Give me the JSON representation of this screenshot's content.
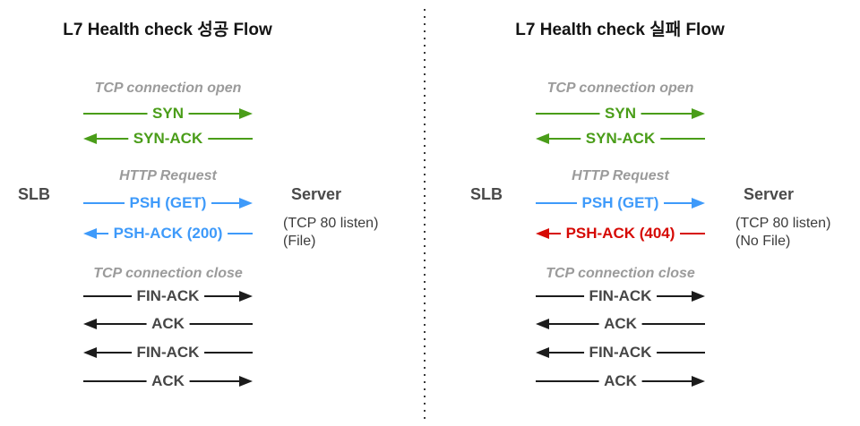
{
  "diagram": {
    "colors": {
      "green": "#4a9d19",
      "blue": "#3e9afa",
      "red": "#d60a05",
      "section_gray": "#9b9b9b",
      "line_black": "#1c1c1c",
      "black_label_gray": "#464646"
    },
    "panels": [
      {
        "title": "L7 Health check 성공 Flow",
        "left_node": "SLB",
        "right_node": "Server",
        "right_node_notes": [
          "(TCP 80 listen)",
          "(File)"
        ],
        "sections": [
          {
            "label": "TCP connection open"
          },
          {
            "label": "HTTP Request"
          },
          {
            "label": "TCP connection close"
          }
        ],
        "messages": [
          {
            "label": "SYN",
            "direction": "right",
            "color": "green"
          },
          {
            "label": "SYN-ACK",
            "direction": "left",
            "color": "green"
          },
          {
            "label": "PSH (GET)",
            "direction": "right",
            "color": "blue"
          },
          {
            "label": "PSH-ACK (200)",
            "direction": "left",
            "color": "blue"
          },
          {
            "label": "FIN-ACK",
            "direction": "right",
            "color": "black"
          },
          {
            "label": "ACK",
            "direction": "left",
            "color": "black"
          },
          {
            "label": "FIN-ACK",
            "direction": "left",
            "color": "black"
          },
          {
            "label": "ACK",
            "direction": "right",
            "color": "black"
          }
        ]
      },
      {
        "title": "L7 Health check 실패 Flow",
        "left_node": "SLB",
        "right_node": "Server",
        "right_node_notes": [
          "(TCP 80 listen)",
          "(No File)"
        ],
        "sections": [
          {
            "label": "TCP connection open"
          },
          {
            "label": "HTTP Request"
          },
          {
            "label": "TCP connection close"
          }
        ],
        "messages": [
          {
            "label": "SYN",
            "direction": "right",
            "color": "green"
          },
          {
            "label": "SYN-ACK",
            "direction": "left",
            "color": "green"
          },
          {
            "label": "PSH (GET)",
            "direction": "right",
            "color": "blue"
          },
          {
            "label": "PSH-ACK (404)",
            "direction": "left",
            "color": "red"
          },
          {
            "label": "FIN-ACK",
            "direction": "right",
            "color": "black"
          },
          {
            "label": "ACK",
            "direction": "left",
            "color": "black"
          },
          {
            "label": "FIN-ACK",
            "direction": "left",
            "color": "black"
          },
          {
            "label": "ACK",
            "direction": "right",
            "color": "black"
          }
        ]
      }
    ]
  }
}
